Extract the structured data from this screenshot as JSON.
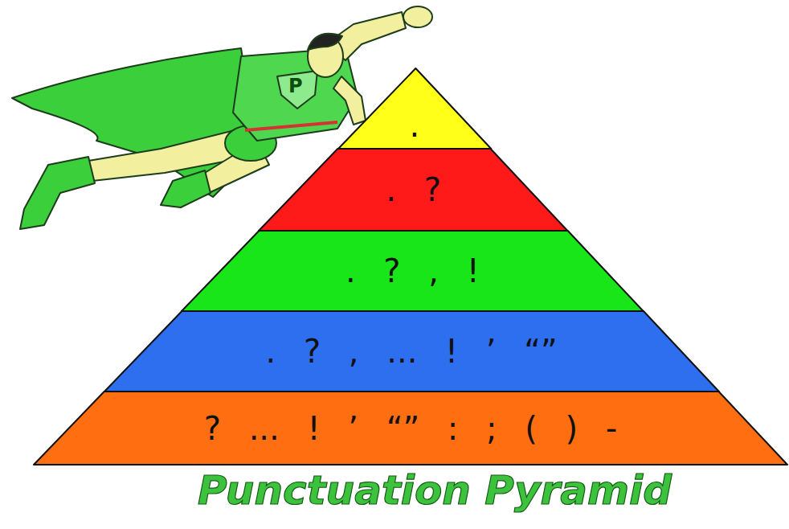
{
  "diagram": {
    "title": "Punctuation Pyramid",
    "nodes": [
      {
        "text": [
          "."
        ]
      },
      {
        "text": [
          ". ?"
        ]
      },
      {
        "text": [
          ". ? , !"
        ]
      },
      {
        "text": [
          ". ? , ... ! ’ “”"
        ]
      },
      {
        "text": [
          "? ... ! ’ “” : ; ( ) -"
        ]
      }
    ],
    "labels": [
      "P"
    ]
  }
}
